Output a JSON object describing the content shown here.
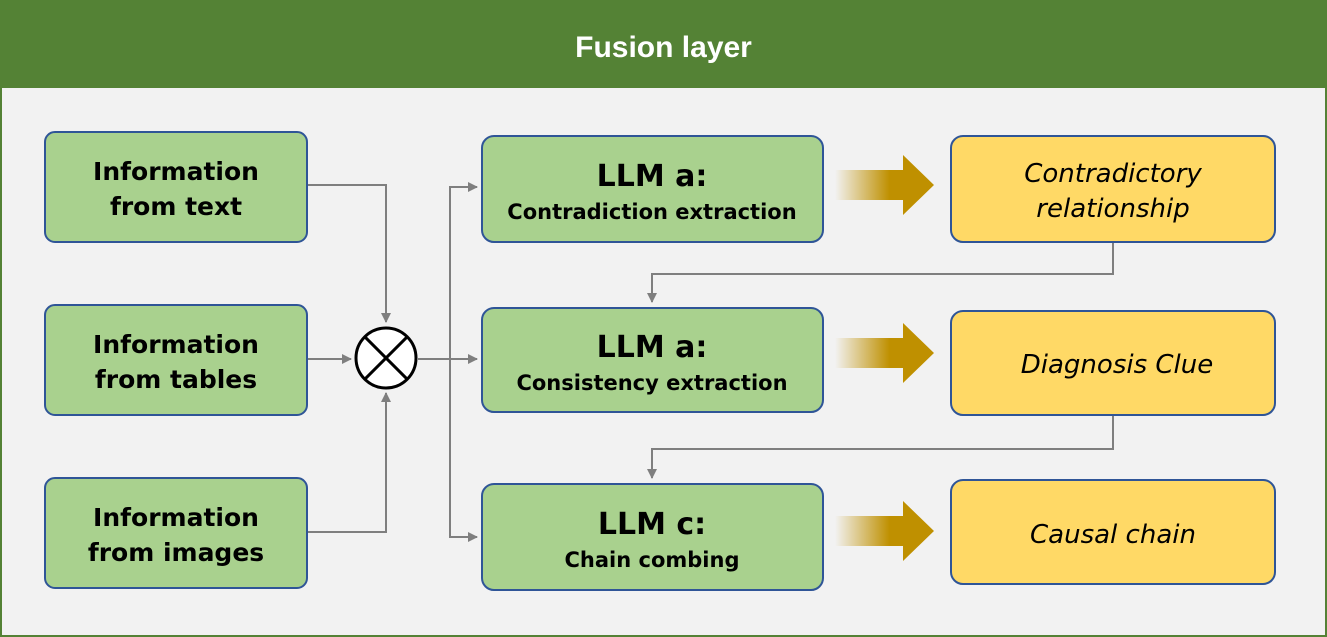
{
  "header": {
    "title": "Fusion layer"
  },
  "inputs": [
    {
      "line1": "Information",
      "line2": "from text"
    },
    {
      "line1": "Information",
      "line2": "from tables"
    },
    {
      "line1": "Information",
      "line2": "from images"
    }
  ],
  "llms": [
    {
      "title": "LLM a:",
      "subtitle": "Contradiction extraction"
    },
    {
      "title": "LLM a:",
      "subtitle": "Consistency extraction"
    },
    {
      "title": "LLM c:",
      "subtitle": "Chain combing"
    }
  ],
  "outputs": [
    {
      "line1": "Contradictory",
      "line2": "relationship"
    },
    {
      "line1": "Diagnosis Clue"
    },
    {
      "line1": "Causal chain"
    }
  ],
  "colors": {
    "header": "#548235",
    "panel": "#f2f2f2",
    "green_box": "#a9d18e",
    "yellow_box": "#ffd966",
    "box_border": "#2f5597",
    "connector": "#7f7f7f",
    "big_arrow": "#bf9000"
  }
}
